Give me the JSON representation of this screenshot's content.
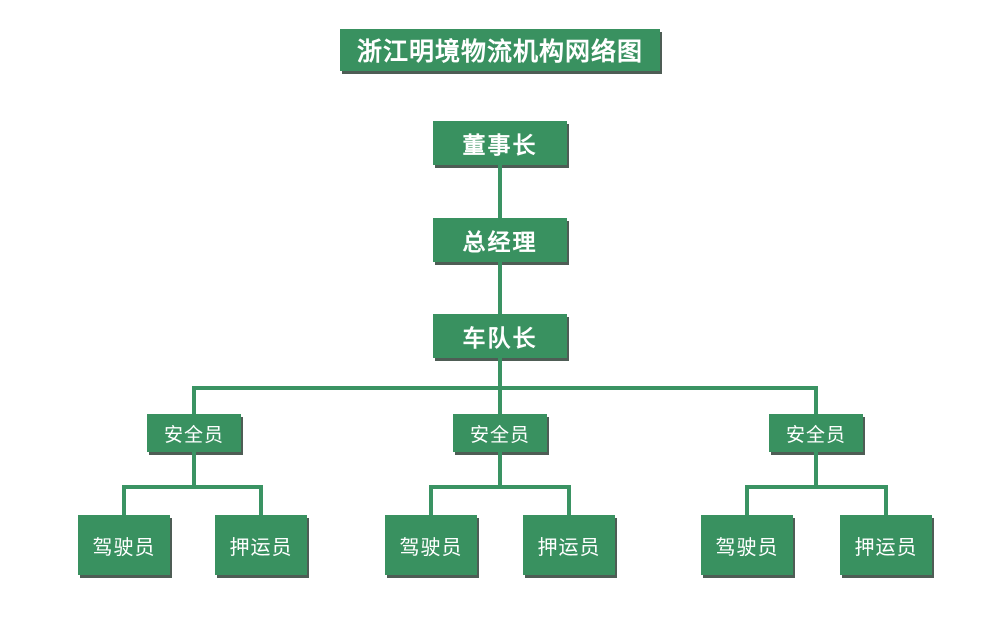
{
  "title": {
    "text": "浙江明境物流机构网络图"
  },
  "colors": {
    "page_bg": "#FFFFFF",
    "node_fill": "#399160",
    "node_shadow": "#4E5D55",
    "connector": "#3A9363",
    "node_text": "#FFFFFF"
  },
  "org_chart": {
    "chairman": "董事长",
    "general_manager": "总经理",
    "fleet_captain": "车队长",
    "teams": [
      {
        "leader": "安全员",
        "members": [
          "驾驶员",
          "押运员"
        ]
      },
      {
        "leader": "安全员",
        "members": [
          "驾驶员",
          "押运员"
        ]
      },
      {
        "leader": "安全员",
        "members": [
          "驾驶员",
          "押运员"
        ]
      }
    ]
  }
}
